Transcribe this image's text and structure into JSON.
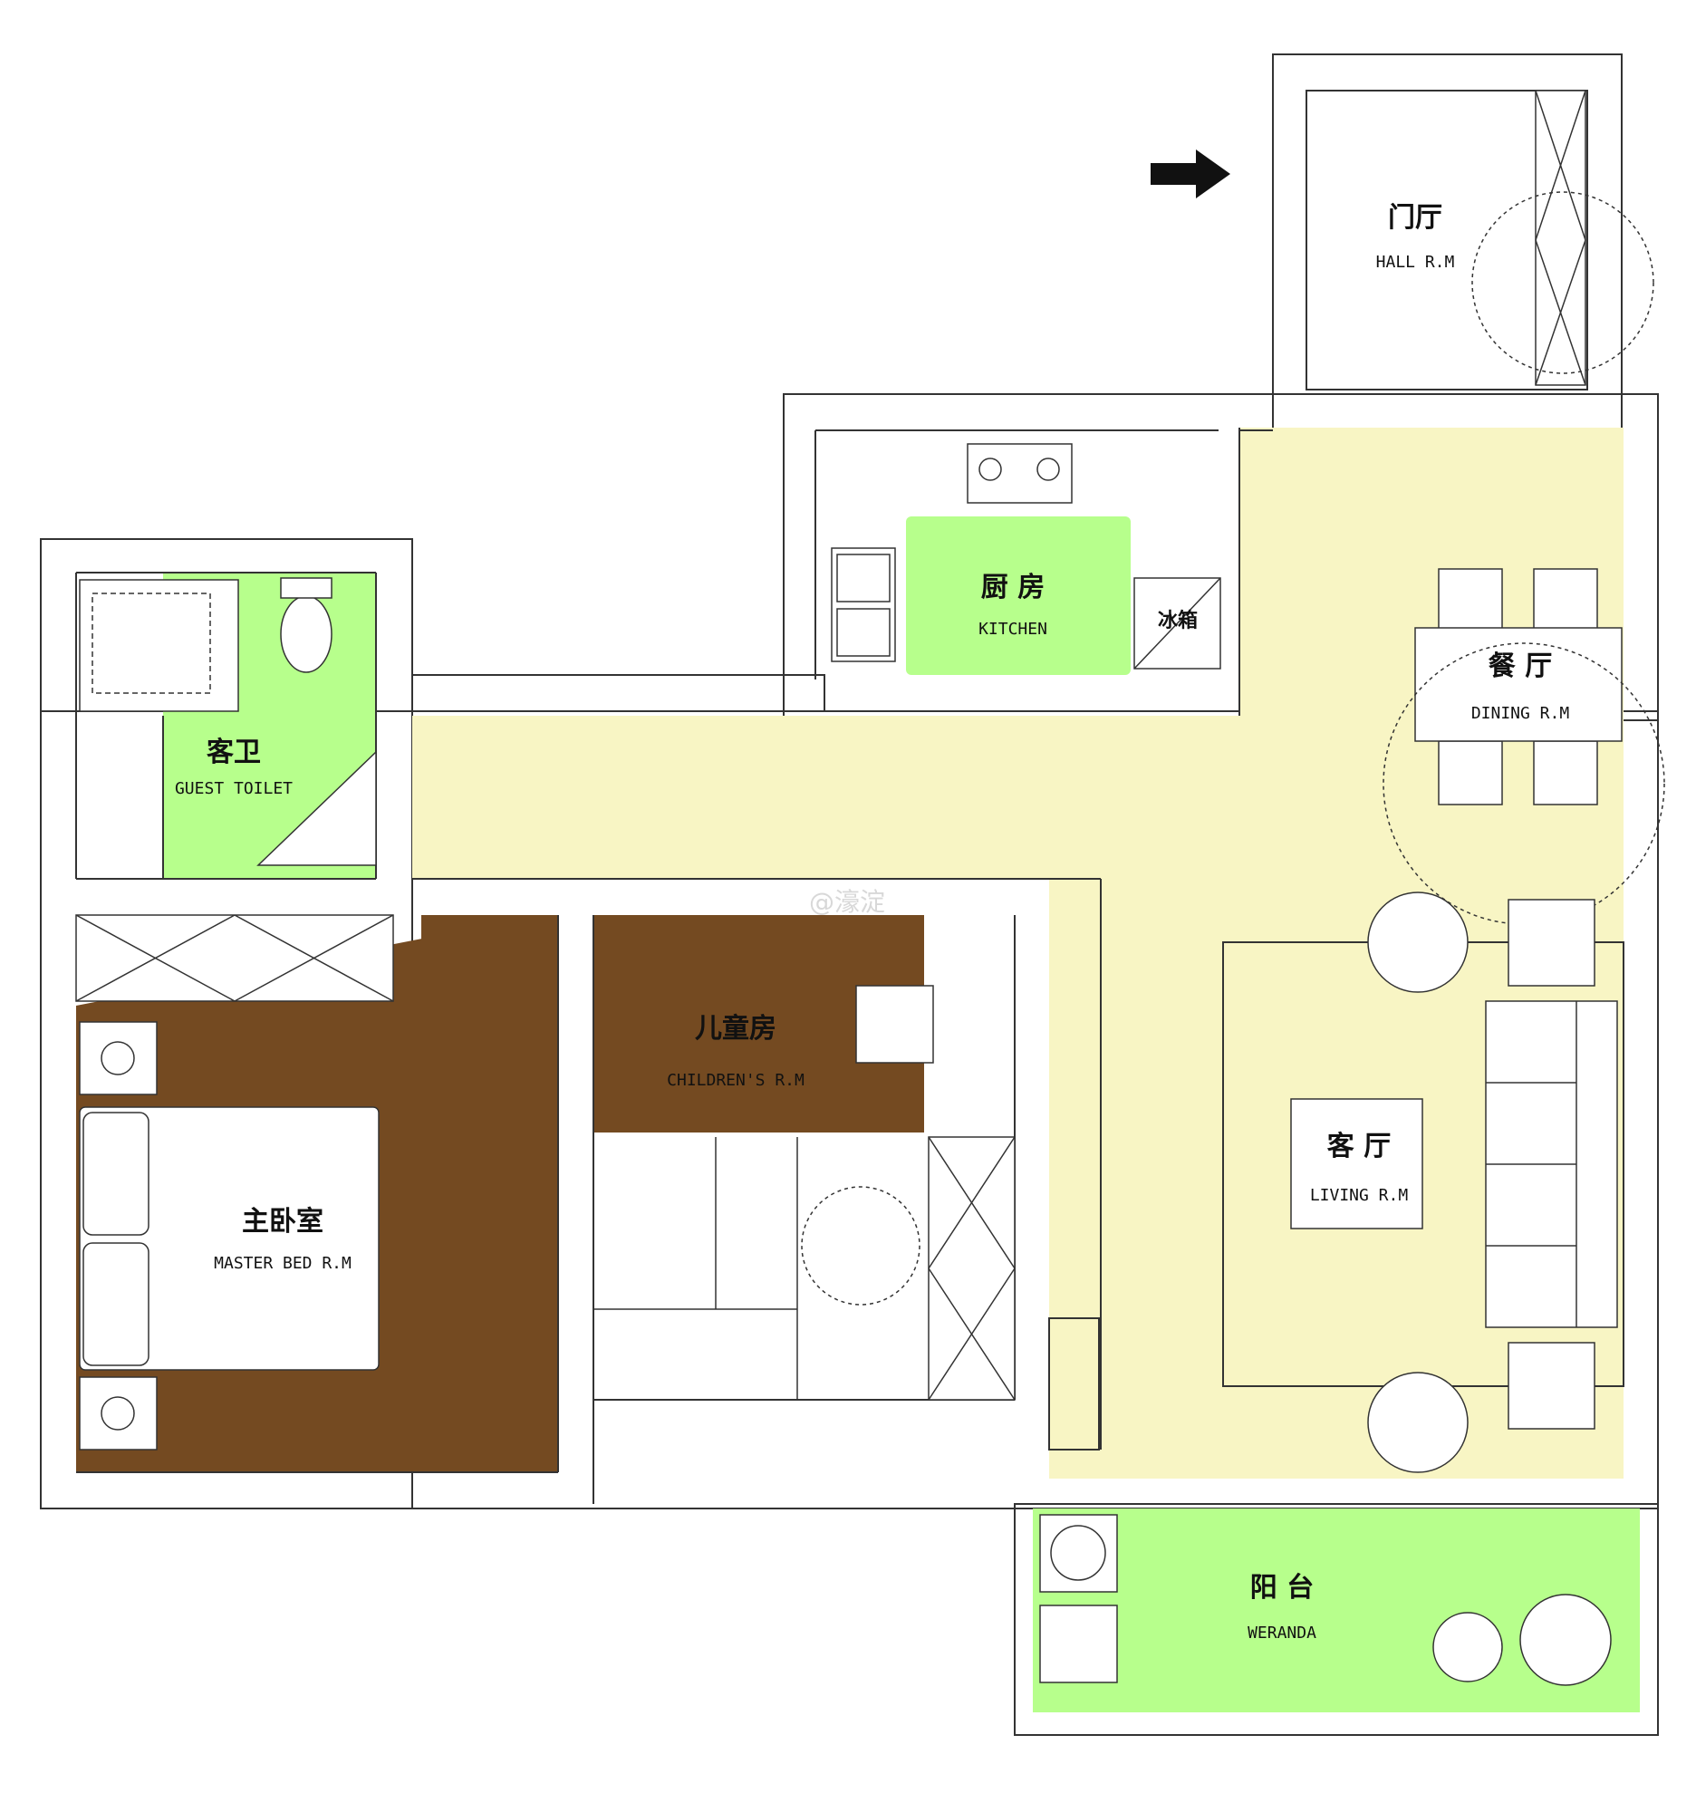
{
  "watermark": "@濠淀",
  "rooms": {
    "hall": {
      "zh": "门厅",
      "en": "HALL R.M"
    },
    "kitchen": {
      "zh": "厨 房",
      "en": "KITCHEN"
    },
    "fridge": {
      "zh": "冰箱"
    },
    "guest_toilet": {
      "zh": "客卫",
      "en": "GUEST TOILET"
    },
    "dining": {
      "zh": "餐 厅",
      "en": "DINING R.M"
    },
    "children": {
      "zh": "儿童房",
      "en": "CHILDREN'S  R.M"
    },
    "living": {
      "zh": "客 厅",
      "en": "LIVING R.M"
    },
    "master": {
      "zh": "主卧室",
      "en": "MASTER BED R.M"
    },
    "veranda": {
      "zh": "阳 台",
      "en": "WERANDA"
    }
  },
  "colors": {
    "green": "#b7ff8c",
    "brown": "#744a21",
    "cream": "#f8f5c4",
    "wall": "#333333"
  },
  "icons": {
    "entrance": "entrance-arrow-icon"
  }
}
